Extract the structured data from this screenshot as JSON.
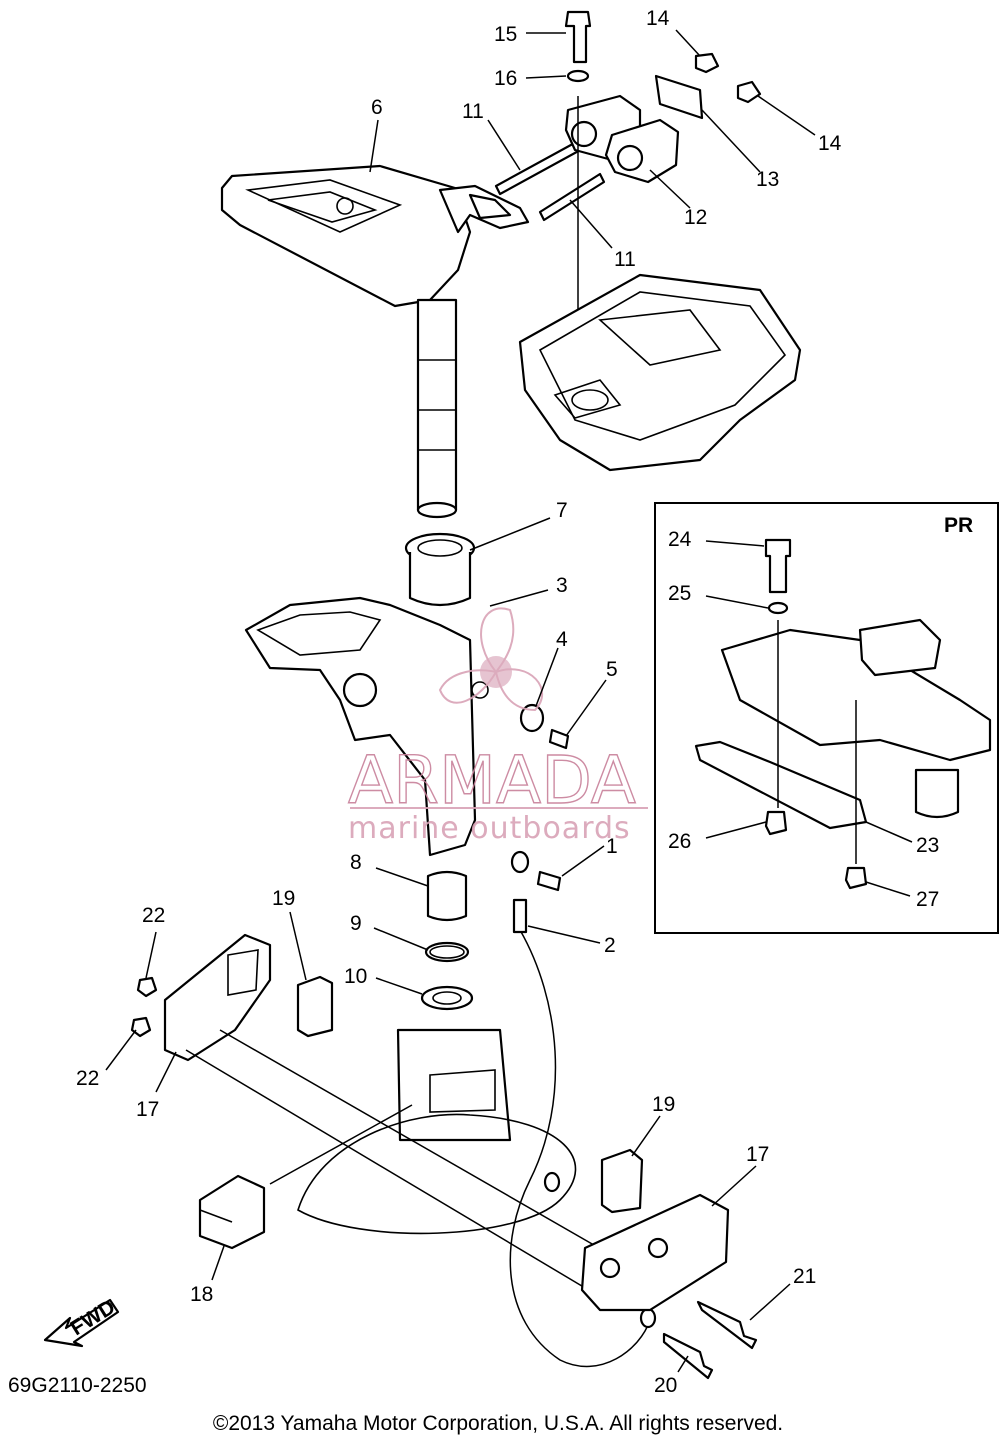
{
  "diagram": {
    "part_labels": [
      "1",
      "2",
      "3",
      "4",
      "5",
      "6",
      "7",
      "8",
      "9",
      "10",
      "11",
      "11",
      "12",
      "13",
      "14",
      "14",
      "15",
      "16",
      "17",
      "17",
      "18",
      "19",
      "19",
      "20",
      "21",
      "22",
      "22"
    ],
    "inset": {
      "tag": "PR",
      "part_labels": [
        "23",
        "24",
        "25",
        "26",
        "27"
      ]
    },
    "fwd_label": "FWD",
    "diagram_code": "69G2110-2250",
    "copyright": "©2013 Yamaha Motor Corporation, U.S.A. All rights reserved."
  },
  "watermark": {
    "brand": "ARMADA",
    "tagline": "marine outboards",
    "color": "#c8809a"
  }
}
